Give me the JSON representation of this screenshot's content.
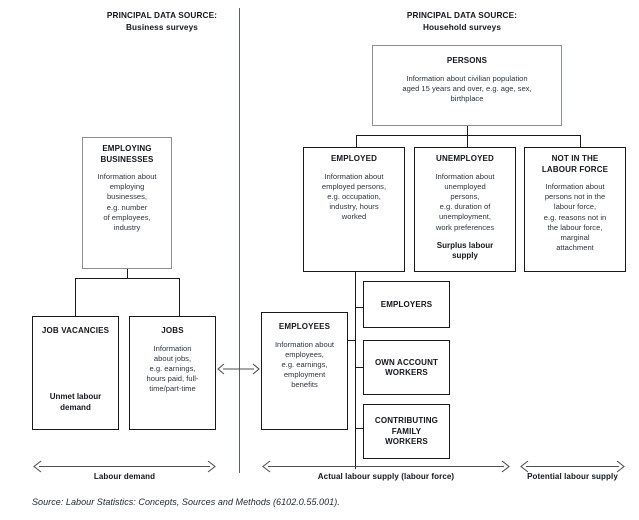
{
  "figure": {
    "source_note": "Source: Labour Statistics: Concepts, Sources and Methods (6102.0.55.001).",
    "colors": {
      "box_border": "#1a1a1a",
      "soft_border": "#8a8f95",
      "title_text": "#12161d",
      "body_text": "#2b3442",
      "divider": "#5a6068",
      "arrow": "#4b5157",
      "background": "#ffffff"
    }
  },
  "headers": {
    "left": {
      "line1": "PRINCIPAL DATA SOURCE:",
      "line2": "Business surveys"
    },
    "right": {
      "line1": "PRINCIPAL DATA SOURCE:",
      "line2": "Household surveys"
    }
  },
  "boxes": {
    "persons": {
      "title": "PERSONS",
      "body": "Information about civilian population\naged 15 years and over, e.g. age, sex,\nbirthplace"
    },
    "employing_businesses": {
      "title": "EMPLOYING\nBUSINESSES",
      "body": "Information about\nemploying\nbusinesses,\ne.g. number\nof employees,\nindustry"
    },
    "employed": {
      "title": "EMPLOYED",
      "body": "Information about\nemployed persons,\ne.g. occupation,\nindustry, hours\nworked"
    },
    "unemployed": {
      "title": "UNEMPLOYED",
      "body": "Information about\nunemployed\npersons,\ne.g. duration of\nunemployment,\nwork preferences",
      "sub": "Surplus labour\nsupply"
    },
    "not_in_labour_force": {
      "title": "NOT IN THE\nLABOUR FORCE",
      "body": "Information about\npersons not in the\nlabour force,\ne.g. reasons not in\nthe labour force,\nmarginal\nattachment"
    },
    "job_vacancies": {
      "title": "JOB VACANCIES",
      "sub": "Unmet labour\ndemand"
    },
    "jobs": {
      "title": "JOBS",
      "body": "Information\nabout jobs,\ne.g. earnings,\nhours paid, full-\ntime/part-time"
    },
    "employees": {
      "title": "EMPLOYEES",
      "body": "Information about\nemployees,\ne.g. earnings,\nemployment\nbenefits"
    },
    "employers": {
      "title": "EMPLOYERS"
    },
    "own_account_workers": {
      "title": "OWN ACCOUNT\nWORKERS"
    },
    "contributing_family_workers": {
      "title": "CONTRIBUTING\nFAMILY\nWORKERS"
    }
  },
  "ranges": {
    "labour_demand": "Labour demand",
    "actual_labour_supply": "Actual labour supply (labour force)",
    "potential_labour_supply": "Potential labour supply"
  }
}
